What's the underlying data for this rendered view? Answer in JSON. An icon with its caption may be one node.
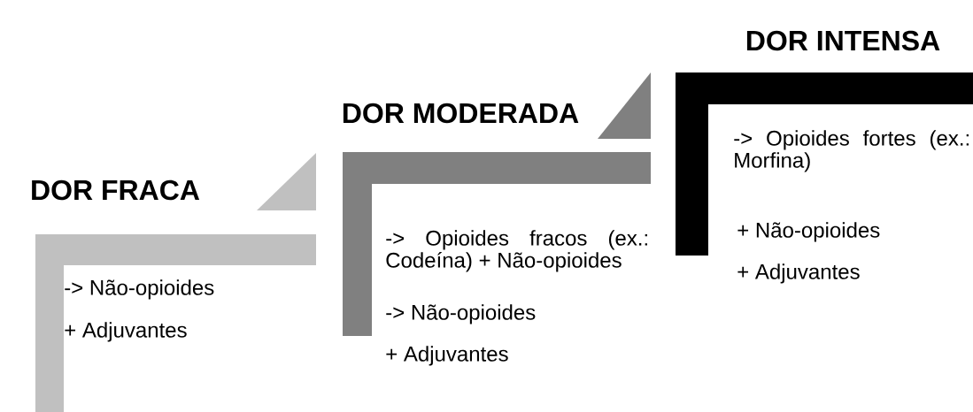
{
  "diagram": {
    "nodes": [
      {
        "text": [
          "DOR FRACA",
          "-> Não-opioides",
          "+ Adjuvantes"
        ]
      },
      {
        "text": [
          "DOR MODERADA",
          "-> Opioides fracos (ex.: Codeína) + Não-opioides",
          "-> Não-opioides",
          "+ Adjuvantes"
        ]
      },
      {
        "text": [
          "DOR INTENSA",
          "-> Opioides fortes (ex.: Morfina)",
          "+ Não-opioides",
          "+ Adjuvantes"
        ]
      }
    ]
  }
}
